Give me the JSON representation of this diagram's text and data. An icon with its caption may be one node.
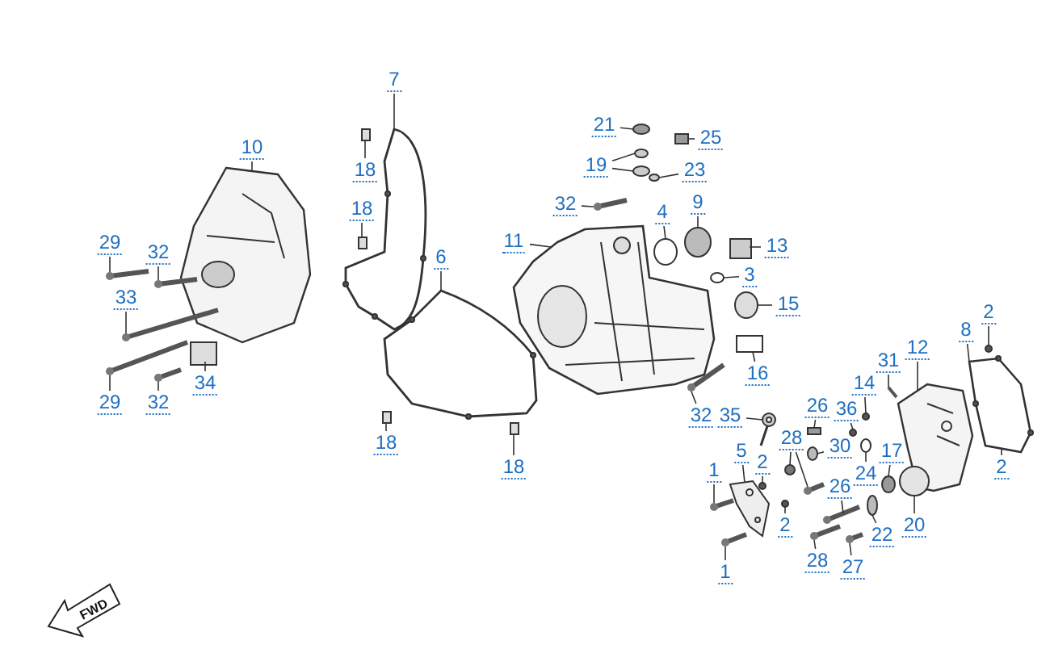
{
  "diagram": {
    "nodes": [
      {
        "text": [
          "7"
        ]
      },
      {
        "text": [
          "21"
        ]
      },
      {
        "text": [
          "25"
        ]
      },
      {
        "text": [
          "10"
        ]
      },
      {
        "text": [
          "18"
        ]
      },
      {
        "text": [
          "19"
        ]
      },
      {
        "text": [
          "23"
        ]
      },
      {
        "text": [
          "32"
        ]
      },
      {
        "text": [
          "4"
        ]
      },
      {
        "text": [
          "9"
        ]
      },
      {
        "text": [
          "18"
        ]
      },
      {
        "text": [
          "11"
        ]
      },
      {
        "text": [
          "13"
        ]
      },
      {
        "text": [
          "6"
        ]
      },
      {
        "text": [
          "3"
        ]
      },
      {
        "text": [
          "29"
        ]
      },
      {
        "text": [
          "32"
        ]
      },
      {
        "text": [
          "15"
        ]
      },
      {
        "text": [
          "33"
        ]
      },
      {
        "text": [
          "16"
        ]
      },
      {
        "text": [
          "31"
        ]
      },
      {
        "text": [
          "12"
        ]
      },
      {
        "text": [
          "8"
        ]
      },
      {
        "text": [
          "2"
        ]
      },
      {
        "text": [
          "34"
        ]
      },
      {
        "text": [
          "29"
        ]
      },
      {
        "text": [
          "32"
        ]
      },
      {
        "text": [
          "18"
        ]
      },
      {
        "text": [
          "18"
        ]
      },
      {
        "text": [
          "32"
        ]
      },
      {
        "text": [
          "35"
        ]
      },
      {
        "text": [
          "26"
        ]
      },
      {
        "text": [
          "14"
        ]
      },
      {
        "text": [
          "36"
        ]
      },
      {
        "text": [
          "2"
        ]
      },
      {
        "text": [
          "28"
        ]
      },
      {
        "text": [
          "30"
        ]
      },
      {
        "text": [
          "5"
        ]
      },
      {
        "text": [
          "26"
        ]
      },
      {
        "text": [
          "24"
        ]
      },
      {
        "text": [
          "17"
        ]
      },
      {
        "text": [
          "1"
        ]
      },
      {
        "text": [
          "2"
        ]
      },
      {
        "text": [
          "2"
        ]
      },
      {
        "text": [
          "20"
        ]
      },
      {
        "text": [
          "22"
        ]
      },
      {
        "text": [
          "28"
        ]
      },
      {
        "text": [
          "27"
        ]
      },
      {
        "text": [
          "1"
        ]
      },
      {
        "text": [],
        "shape": "picture"
      },
      {
        "text": [],
        "shape": "circle"
      },
      {
        "text": [],
        "shape": "box"
      },
      {
        "text": [],
        "shape": "picture"
      },
      {
        "text": [],
        "shape": "box"
      },
      {
        "text": [],
        "shape": "circle"
      },
      {
        "text": [],
        "shape": "circle"
      },
      {
        "text": [],
        "shape": "circle"
      },
      {
        "text": [],
        "shape": "picture"
      },
      {
        "text": [],
        "shape": "circle"
      },
      {
        "text": [],
        "shape": "circle"
      },
      {
        "text": [],
        "shape": "box"
      },
      {
        "text": [],
        "shape": "picture"
      },
      {
        "text": [],
        "shape": "box"
      },
      {
        "text": [],
        "shape": "picture"
      },
      {
        "text": [],
        "shape": "circle"
      },
      {
        "text": [],
        "shape": "picture"
      },
      {
        "text": [],
        "shape": "picture"
      },
      {
        "text": [],
        "shape": "circle"
      },
      {
        "text": [],
        "shape": "picture"
      },
      {
        "text": [],
        "shape": "box"
      },
      {
        "text": [],
        "shape": "bar"
      },
      {
        "text": [],
        "shape": "picture"
      },
      {
        "text": [],
        "shape": "picture"
      },
      {
        "text": [],
        "shape": "circle"
      },
      {
        "text": [],
        "shape": "box"
      },
      {
        "text": [],
        "shape": "picture"
      },
      {
        "text": [],
        "shape": "picture"
      },
      {
        "text": [],
        "shape": "box"
      },
      {
        "text": [],
        "shape": "box"
      },
      {
        "text": [],
        "shape": "picture"
      },
      {
        "text": [],
        "shape": "picture"
      },
      {
        "text": [],
        "shape": "box"
      },
      {
        "text": [],
        "shape": "circle"
      },
      {
        "text": [],
        "shape": "circle"
      },
      {
        "text": [],
        "shape": "circle"
      },
      {
        "text": [],
        "shape": "picture"
      },
      {
        "text": [],
        "shape": "circle"
      },
      {
        "text": [],
        "shape": "picture"
      },
      {
        "text": [],
        "shape": "picture"
      },
      {
        "text": [],
        "shape": "circle"
      },
      {
        "text": [],
        "shape": "circle"
      },
      {
        "text": [],
        "shape": "picture"
      },
      {
        "text": [],
        "shape": "circle"
      },
      {
        "text": [],
        "shape": "circle"
      },
      {
        "text": [],
        "shape": "circle"
      },
      {
        "text": [],
        "shape": "circle"
      },
      {
        "text": [],
        "shape": "picture"
      },
      {
        "text": [],
        "shape": "picture"
      },
      {
        "text": [],
        "shape": "picture"
      }
    ],
    "edges": [
      {
        "from": 0,
        "to": 49,
        "arrow": "none"
      },
      {
        "from": 1,
        "to": 50,
        "arrow": "none"
      },
      {
        "from": 2,
        "to": 51,
        "arrow": "none"
      },
      {
        "from": 3,
        "to": 52,
        "arrow": "none"
      },
      {
        "from": 4,
        "to": 53,
        "arrow": "none"
      },
      {
        "from": 5,
        "to": 54,
        "arrow": "none"
      },
      {
        "from": 5,
        "to": 55,
        "arrow": "none"
      },
      {
        "from": 6,
        "to": 56,
        "arrow": "none"
      },
      {
        "from": 7,
        "to": 57,
        "arrow": "none"
      },
      {
        "from": 8,
        "to": 58,
        "arrow": "none"
      },
      {
        "from": 9,
        "to": 59,
        "arrow": "none"
      },
      {
        "from": 10,
        "to": 60,
        "arrow": "none"
      },
      {
        "from": 11,
        "to": 61,
        "arrow": "none"
      },
      {
        "from": 12,
        "to": 62,
        "arrow": "none"
      },
      {
        "from": 13,
        "to": 63,
        "arrow": "none"
      },
      {
        "from": 14,
        "to": 64,
        "arrow": "none"
      },
      {
        "from": 15,
        "to": 65,
        "arrow": "none"
      },
      {
        "from": 16,
        "to": 66,
        "arrow": "none"
      },
      {
        "from": 17,
        "to": 67,
        "arrow": "none"
      },
      {
        "from": 18,
        "to": 68,
        "arrow": "none"
      },
      {
        "from": 19,
        "to": 69,
        "arrow": "none"
      },
      {
        "from": 20,
        "to": 70,
        "arrow": "none"
      },
      {
        "from": 21,
        "to": 71,
        "arrow": "none"
      },
      {
        "from": 22,
        "to": 72,
        "arrow": "none"
      },
      {
        "from": 23,
        "to": 73,
        "arrow": "none"
      },
      {
        "from": 24,
        "to": 74,
        "arrow": "none"
      },
      {
        "from": 25,
        "to": 75,
        "arrow": "none"
      },
      {
        "from": 26,
        "to": 76,
        "arrow": "none"
      },
      {
        "from": 27,
        "to": 77,
        "arrow": "none"
      },
      {
        "from": 28,
        "to": 78,
        "arrow": "none"
      },
      {
        "from": 29,
        "to": 79,
        "arrow": "none"
      },
      {
        "from": 30,
        "to": 80,
        "arrow": "none"
      },
      {
        "from": 31,
        "to": 81,
        "arrow": "none"
      },
      {
        "from": 32,
        "to": 82,
        "arrow": "none"
      },
      {
        "from": 33,
        "to": 83,
        "arrow": "none"
      },
      {
        "from": 34,
        "to": 72,
        "arrow": "none"
      },
      {
        "from": 35,
        "to": 84,
        "arrow": "none"
      },
      {
        "from": 35,
        "to": 85,
        "arrow": "none"
      },
      {
        "from": 36,
        "to": 86,
        "arrow": "none"
      },
      {
        "from": 37,
        "to": 87,
        "arrow": "none"
      },
      {
        "from": 38,
        "to": 88,
        "arrow": "none"
      },
      {
        "from": 39,
        "to": 89,
        "arrow": "none"
      },
      {
        "from": 40,
        "to": 90,
        "arrow": "none"
      },
      {
        "from": 41,
        "to": 91,
        "arrow": "none"
      },
      {
        "from": 42,
        "to": 92,
        "arrow": "none"
      },
      {
        "from": 43,
        "to": 93,
        "arrow": "none"
      },
      {
        "from": 44,
        "to": 94,
        "arrow": "none"
      },
      {
        "from": 45,
        "to": 95,
        "arrow": "none"
      },
      {
        "from": 46,
        "to": 96,
        "arrow": "none"
      },
      {
        "from": 47,
        "to": 97,
        "arrow": "none"
      },
      {
        "from": 48,
        "to": 98,
        "arrow": "none"
      }
    ],
    "labels": [
      "FWD"
    ]
  }
}
